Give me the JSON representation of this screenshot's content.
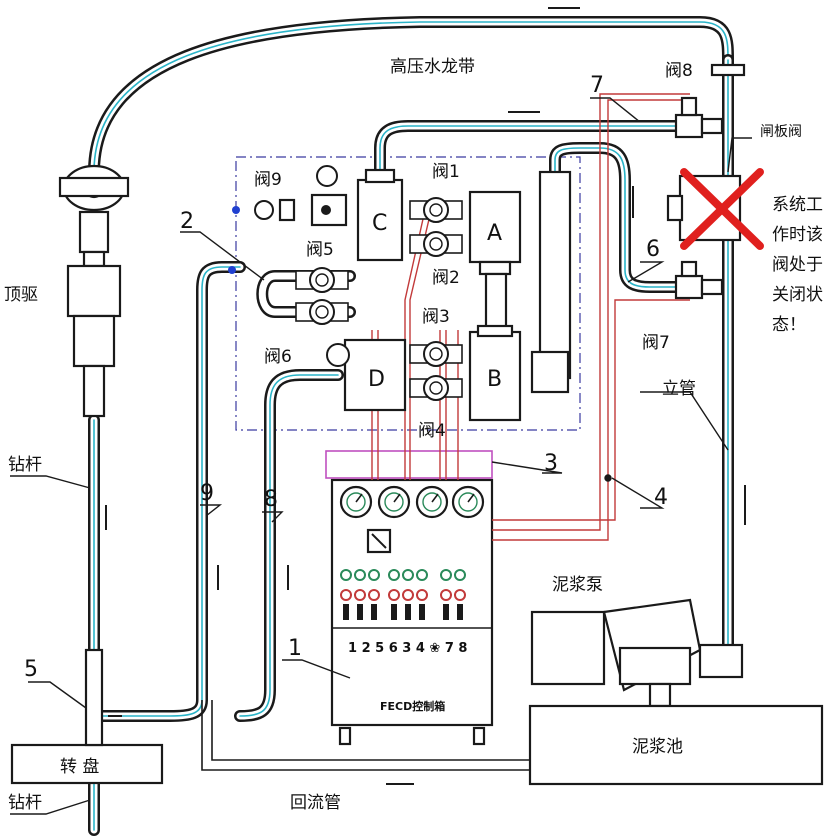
{
  "labels": {
    "hose": "高压水龙带",
    "top_drive": "顶驱",
    "drill_pipe_upper": "钻杆",
    "drill_pipe_lower": "钻杆",
    "rotary_table": "转 盘",
    "return_pipe": "回流管",
    "mud_pump": "泥浆泵",
    "mud_pit": "泥浆池",
    "standpipe": "立管",
    "gate_valve": "闸板阀",
    "note": [
      "系统工",
      "作时该",
      "阀处于",
      "关闭状",
      "态！"
    ],
    "control_box_name": "FECD控制箱",
    "control_box_valve_numbers": "1 2 5  6 3 4 ❀ 7 8"
  },
  "valves": [
    "阀1",
    "阀2",
    "阀3",
    "阀4",
    "阀5",
    "阀6",
    "阀7",
    "阀8",
    "阀9"
  ],
  "units": [
    "A",
    "B",
    "C",
    "D"
  ],
  "callouts": [
    "1",
    "2",
    "3",
    "4",
    "5",
    "6",
    "7",
    "8",
    "9"
  ],
  "colors": {
    "pipe": "#1a1a1a",
    "pipe_center": "#2ab4c8",
    "signal_line": "#c23a3a",
    "manifold_border": "#3a3aa0",
    "cross_mark": "#e0201e",
    "connector_box": "#c050c0"
  }
}
